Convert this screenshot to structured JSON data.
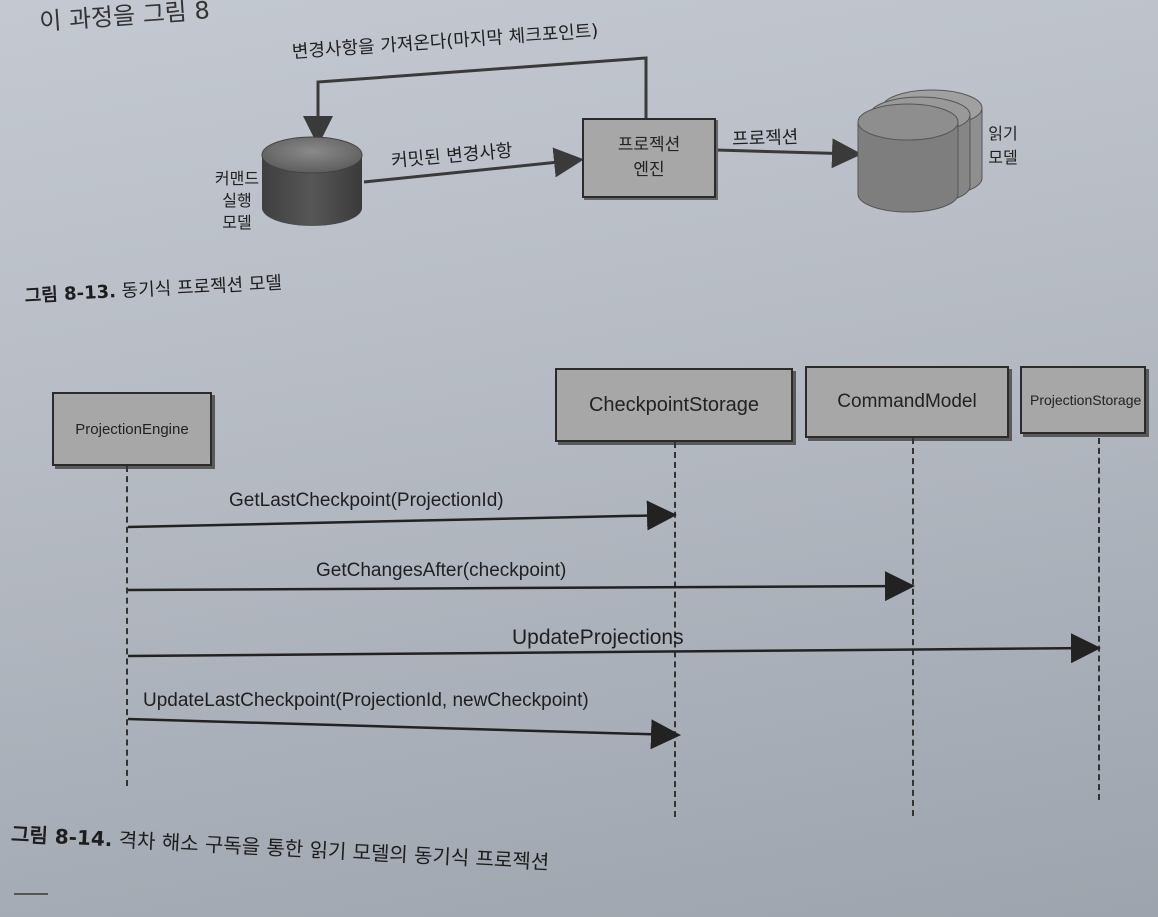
{
  "intro_text": "이 과정을 그림 8",
  "figure13": {
    "fetch_label": "변경사항을 가져온다(마지막 체크포인트)",
    "command_model_label": "커맨드\n실행\n모델",
    "command_model_lines": [
      "커맨드",
      "실행",
      "모델"
    ],
    "committed_label": "커밋된 변경사항",
    "engine_line1": "프로젝션",
    "engine_line2": "엔진",
    "projection_label": "프로젝션",
    "read_model_line1": "읽기",
    "read_model_line2": "모델",
    "caption_number": "그림 8-13.",
    "caption_text": "동기식 프로젝션 모델"
  },
  "figure14": {
    "participants": {
      "engine": "ProjectionEngine",
      "checkpoint": "CheckpointStorage",
      "command": "CommandModel",
      "storage": "ProjectionStorage"
    },
    "messages": {
      "m1": "GetLastCheckpoint(ProjectionId)",
      "m2": "GetChangesAfter(checkpoint)",
      "m3": "UpdateProjections",
      "m4": "UpdateLastCheckpoint(ProjectionId, newCheckpoint)"
    },
    "caption_number": "그림 8-14.",
    "caption_text": "격차 해소 구독을 통한 읽기 모델의 동기식 프로젝션"
  }
}
